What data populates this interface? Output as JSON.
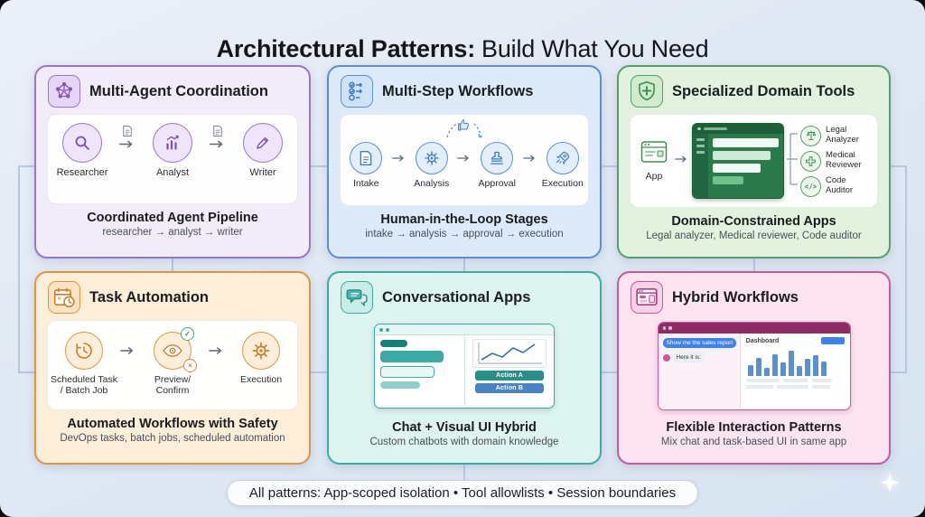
{
  "header": {
    "title_bold": "Architectural Patterns:",
    "title_rest": "Build What You Need"
  },
  "cards": {
    "multi_agent": {
      "title": "Multi-Agent Coordination",
      "agents": [
        "Researcher",
        "Analyst",
        "Writer"
      ],
      "caption_title": "Coordinated Agent Pipeline",
      "caption_sub": "researcher → analyst → writer",
      "accent_color": "#9a74c8"
    },
    "multi_step": {
      "title": "Multi-Step Workflows",
      "stages": [
        "Intake",
        "Analysis",
        "Approval",
        "Execution"
      ],
      "caption_title": "Human-in-the-Loop Stages",
      "caption_sub": "intake → analysis → approval → execution",
      "accent_color": "#5b8fd0"
    },
    "domain_tools": {
      "title": "Specialized Domain Tools",
      "app_label": "App",
      "tools": [
        {
          "line1": "Legal",
          "line2": "Analyzer"
        },
        {
          "line1": "Medical",
          "line2": "Reviewer"
        },
        {
          "line1": "Code",
          "line2": "Auditor"
        }
      ],
      "code_glyph": "</>",
      "caption_title": "Domain-Constrained Apps",
      "caption_sub": "Legal analyzer, Medical reviewer, Code auditor",
      "accent_color": "#55a06a"
    },
    "task_automation": {
      "title": "Task Automation",
      "steps": [
        {
          "line1": "Scheduled Task",
          "line2": "/ Batch Job"
        },
        {
          "line1": "Preview/",
          "line2": "Confirm"
        },
        {
          "line1": "Execution",
          "line2": ""
        }
      ],
      "check_glyph": "✓",
      "x_glyph": "×",
      "caption_title": "Automated Workflows with Safety",
      "caption_sub": "DevOps tasks, batch jobs, scheduled automation",
      "accent_color": "#dd9544"
    },
    "conversational": {
      "title": "Conversational Apps",
      "mock": {
        "action_a": "Action A",
        "action_b": "Action B"
      },
      "caption_title": "Chat + Visual UI Hybrid",
      "caption_sub": "Custom chatbots with domain knowledge",
      "accent_color": "#3aaca3"
    },
    "hybrid": {
      "title": "Hybrid Workflows",
      "mock": {
        "user_msg": "Show me the sales report",
        "assistant_msg": "Here it is:",
        "dashboard_title": "Dashboard"
      },
      "caption_title": "Flexible Interaction Patterns",
      "caption_sub": "Mix chat and task-based UI in same app",
      "accent_color": "#c75a9c"
    }
  },
  "footer": {
    "text": "All patterns: App-scoped isolation • Tool allowlists • Session boundaries"
  },
  "icons": {
    "multi_agent_header": "network-graph",
    "multi_step_header": "checklist-flow",
    "domain_tools_header": "shield-plus",
    "task_automation_header": "calendar-clock",
    "conversational_header": "chat-bubbles",
    "hybrid_header": "window-with-chat",
    "bottom_right": "sparkle"
  }
}
